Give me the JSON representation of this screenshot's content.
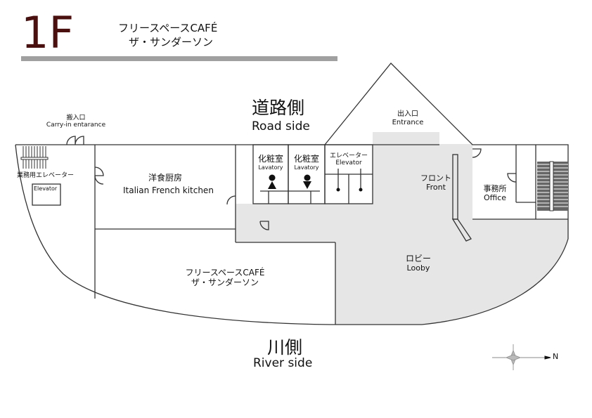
{
  "header": {
    "floor": "1F",
    "title_line1": "フリースペースCAFÉ",
    "title_line2": "ザ・サンダーソン",
    "floor_color": "#4a1010",
    "rule_color": "#a0a0a0"
  },
  "sides": {
    "road_jp": "道路側",
    "road_en": "Road side",
    "river_jp": "川側",
    "river_en": "River side"
  },
  "rooms": {
    "carry_in": {
      "jp": "搬入口",
      "en": "Carry-in entarance"
    },
    "service_elevator": {
      "jp": "業務用エレベーター",
      "en": "Elevator"
    },
    "kitchen": {
      "jp": "洋食厨房",
      "en": "Italian French kitchen"
    },
    "lavatory_w": {
      "jp": "化粧室",
      "en": "Lavatory"
    },
    "lavatory_m": {
      "jp": "化粧室",
      "en": "Lavatory"
    },
    "elevator": {
      "jp": "エレベーター",
      "en": "Elevator"
    },
    "entrance": {
      "jp": "出入口",
      "en": "Entrance"
    },
    "front": {
      "jp": "フロント",
      "en": "Front"
    },
    "office": {
      "jp": "事務所",
      "en": "Office"
    },
    "lobby": {
      "jp": "ロビー",
      "en": "Looby"
    },
    "cafe": {
      "jp1": "フリースペースCAFÉ",
      "jp2": "ザ・サンダーソン"
    }
  },
  "compass": {
    "label": "N"
  },
  "colors": {
    "lobby": "#e6e6e6",
    "wall": "#333333"
  }
}
